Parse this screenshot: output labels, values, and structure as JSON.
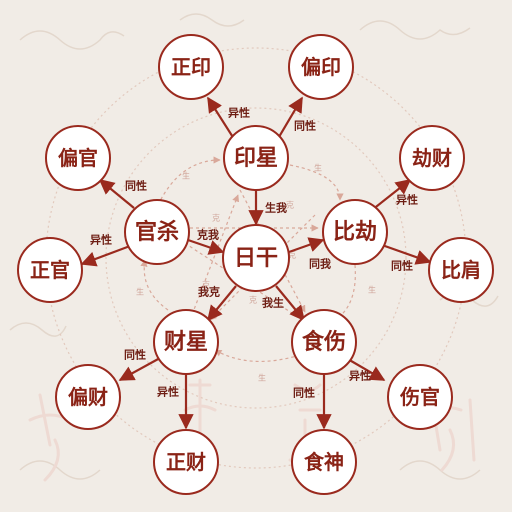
{
  "nodes": {
    "rigan": "日干",
    "yinxing": "印星",
    "zhengyin": "正印",
    "pianyin": "偏印",
    "bijie": "比劫",
    "jiecai": "劫财",
    "bijian": "比肩",
    "shishang": "食伤",
    "shangguan": "伤官",
    "shishen": "食神",
    "caixing": "财星",
    "zhengcai": "正财",
    "piancai": "偏财",
    "guansha": "官杀",
    "zhengguan": "正官",
    "pianguan": "偏官"
  },
  "edge_labels": {
    "yinxing_zhengyin": "异性",
    "yinxing_pianyin": "同性",
    "yinxing_rigan": "生我",
    "rigan_bijie": "同我",
    "bijie_jiecai": "异性",
    "bijie_bijian": "同性",
    "rigan_shishang": "我生",
    "shishang_shangguan": "异性",
    "shishang_shishen": "同性",
    "rigan_caixing": "我克",
    "caixing_piancai": "同性",
    "caixing_zhengcai": "异性",
    "guansha_rigan": "克我",
    "guansha_pianguan": "同性",
    "guansha_zhengguan": "异性"
  },
  "marks": [
    "生",
    "生",
    "生",
    "生",
    "生",
    "克",
    "克",
    "克",
    "克",
    "克"
  ],
  "colors": {
    "primary": "#9a2a1e",
    "text": "#8a2316",
    "background": "#f1ece6"
  }
}
